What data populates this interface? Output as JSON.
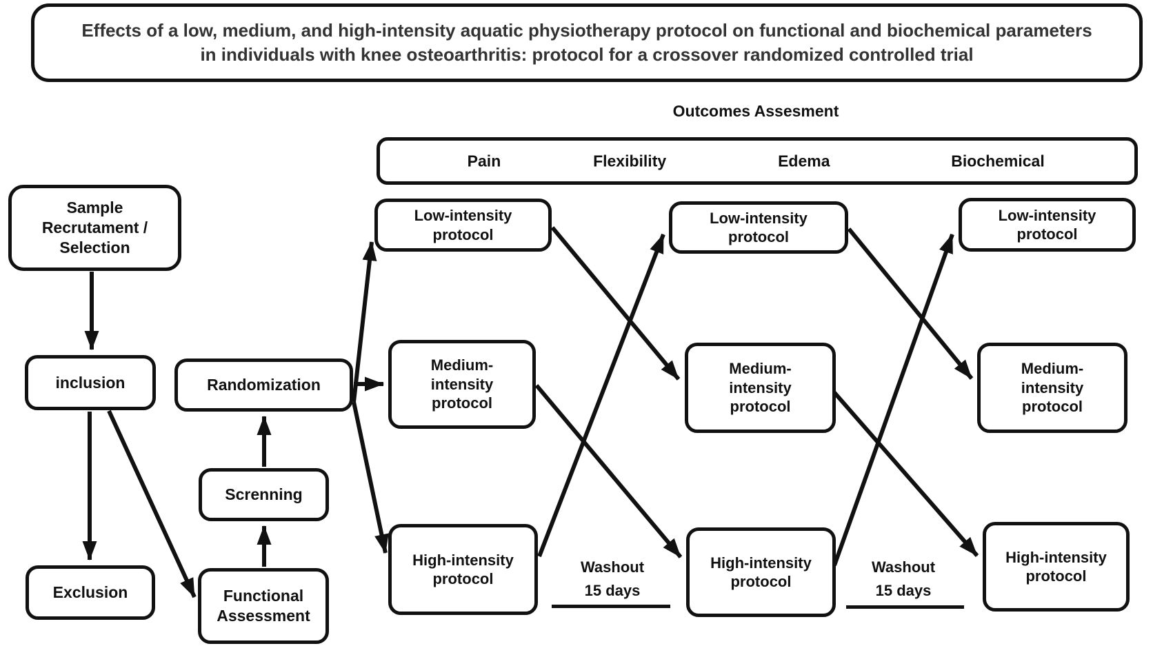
{
  "title": "Effects of a low, medium, and high-intensity aquatic physiotherapy protocol on functional and biochemical parameters in individuals with knee osteoarthritis: protocol for a crossover randomized controlled trial",
  "outcomes": {
    "header": "Outcomes Assesment",
    "measures": [
      "Pain",
      "Flexibility",
      "Edema",
      "Biochemical"
    ]
  },
  "nodes": {
    "sample": "Sample\nRecrutament /\nSelection",
    "inclusion": "inclusion",
    "exclusion": "Exclusion",
    "functional_assessment": "Functional\nAssessment",
    "screening": "Screnning",
    "randomization": "Randomization",
    "low_protocol": "Low-intensity\nprotocol",
    "medium_protocol": "Medium-\nintensity\nprotocol",
    "high_protocol": "High-intensity\nprotocol"
  },
  "washout": "Washout\n15 days",
  "colors": {
    "ink": "#111111",
    "title_text": "#333333",
    "background": "#ffffff"
  }
}
